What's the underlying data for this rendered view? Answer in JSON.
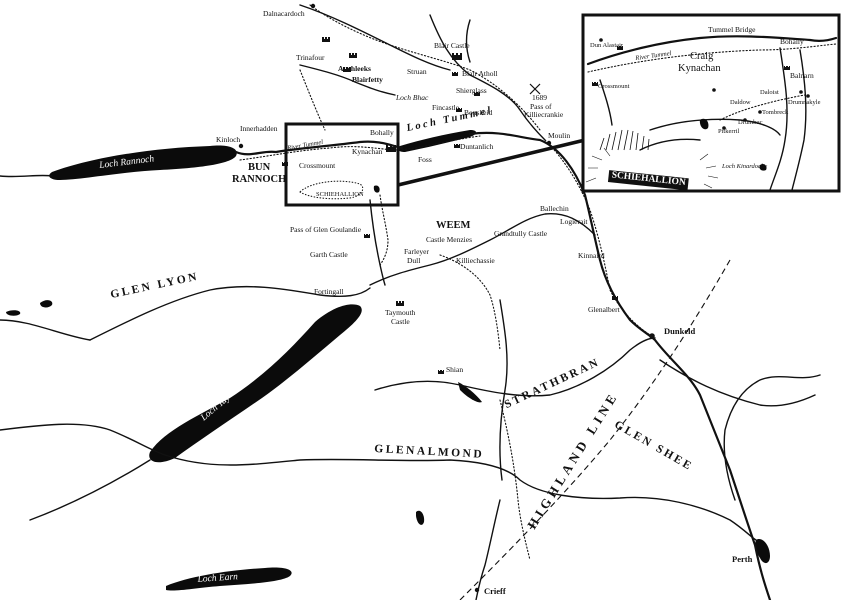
{
  "labels": {
    "dalnacardoch": "Dalnacardoch",
    "trinafour": "Trinafour",
    "auchleeks": "Auchleeks",
    "blairfetty": "Blairfetty",
    "struan": "Struan",
    "blair_castle": "Blair Castle",
    "blair_atholl": "Blair Atholl",
    "shierglass": "Shierglass",
    "fincastle": "Fincastle",
    "bonskeid": "Bonskeid",
    "year_1689": "1689",
    "pass_of": "Pass of",
    "killiecrankie": "Killiecrankie",
    "loch_bhac": "Loch Bhac",
    "loch_tummel": "Loch Tummel",
    "kinloch": "Kinloch",
    "innerhadden": "Innerhadden",
    "bun": "BUN",
    "rannoch": "RANNOCH",
    "loch_rannoch": "Loch Rannoch",
    "river_tummel": "River Tummel",
    "bohally": "Bohally",
    "crossmount": "Crossmount",
    "kynachan": "Kynachan",
    "foss": "Foss",
    "duntanlich": "Duntanlich",
    "moulin": "Moulin",
    "schiehallion": "SCHIEHALLION",
    "pass_glen_goulandie": "Pass of Glen Goulandie",
    "garth_castle": "Garth Castle",
    "farleyer": "Farleyer",
    "dull": "Dull",
    "weem": "WEEM",
    "castle_menzies": "Castle Menzies",
    "ballechin": "Ballechin",
    "logierait": "Logierait",
    "grandtully_castle": "Grandtully Castle",
    "killiechassie": "Killiechassie",
    "kinnaird": "Kinnaird",
    "glen_lyon": "GLEN LYON",
    "fortingall": "Fortingall",
    "taymouth": "Taymouth",
    "castle": "Castle",
    "glenalbert": "Glenalbert",
    "dunkeld": "Dunkeld",
    "loch_tay": "Loch Tay",
    "shian": "Shian",
    "strathbran": "STRATHBRAN",
    "highland_line": "HIGHLAND LINE",
    "glen_almond": "GLENALMOND",
    "glen_shee": "GLEN SHEE",
    "perth": "Perth",
    "loch_earn": "Loch Earn",
    "crieff": "Crieff"
  },
  "inset": {
    "tummel_bridge": "Tummel Bridge",
    "dun_alastair": "Dun Alastair",
    "river_tummel": "River Tummel",
    "bohally": "Bohally",
    "craig": "Craig",
    "kynachan": "Kynachan",
    "balnarn": "Balnarn",
    "crossmount": "Crossmount",
    "daloist": "Daloist",
    "drumnakyle": "Drumnakyle",
    "daldow": "Daldow",
    "tombreck": "Tombreck",
    "drumbuc": "Drumbuc",
    "pitkerril": "Pitkerril",
    "loch_kinardochy": "Loch Kinardochy",
    "schiehallion": "SCHIEHALLION"
  },
  "icons": {
    "castle": "castle-icon",
    "battle": "crossed-swords-icon",
    "settlement": "settlement-dot-icon"
  },
  "colors": {
    "ink": "#111111",
    "paper": "#ffffff"
  }
}
